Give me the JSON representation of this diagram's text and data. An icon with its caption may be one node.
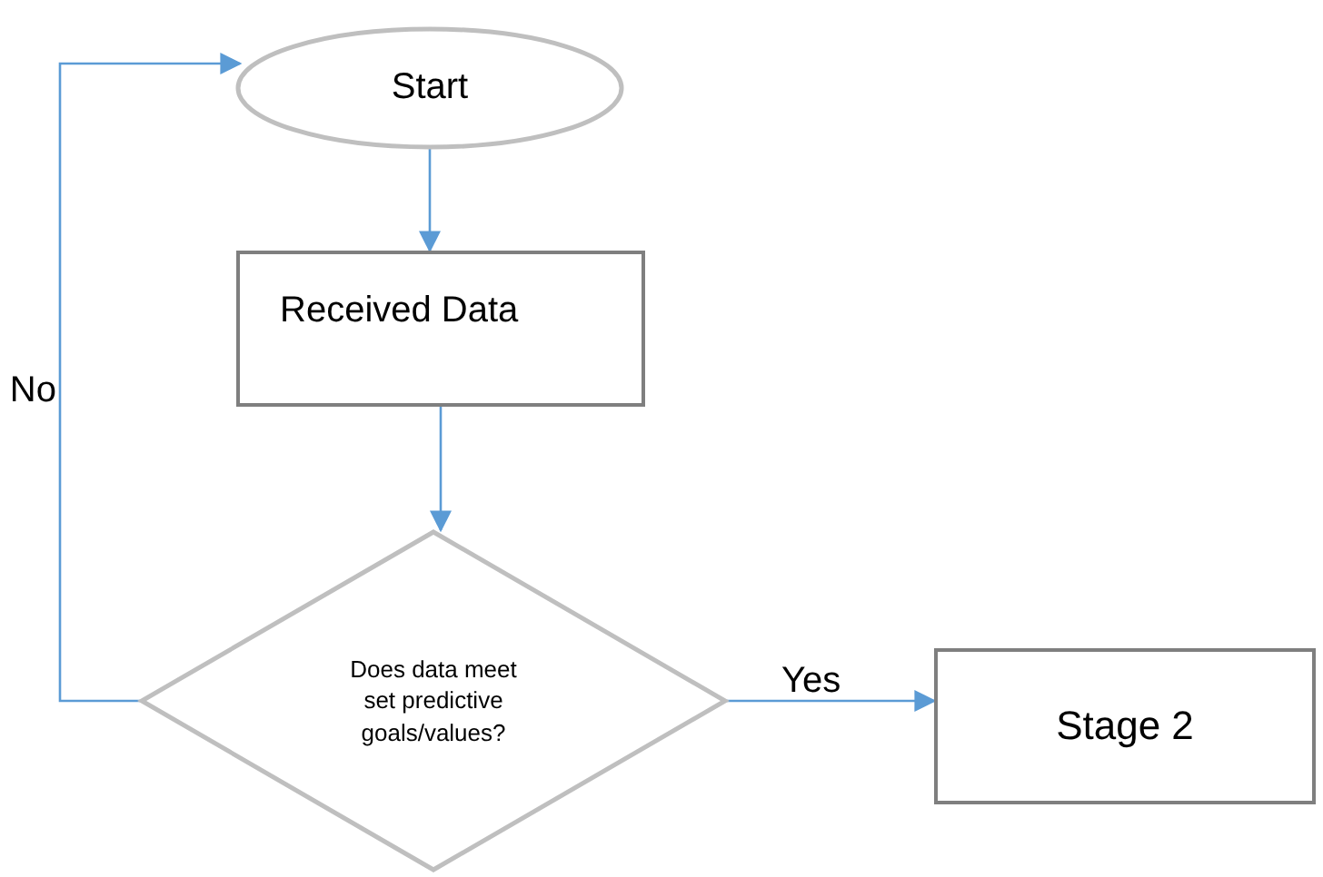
{
  "diagram": {
    "nodes": [
      {
        "text": [
          "Start"
        ]
      },
      {
        "text": [
          "Received Data"
        ]
      },
      {
        "text": [
          "Does data meet set predictive goals/values?"
        ]
      },
      {
        "text": [
          "Stage 2"
        ]
      }
    ],
    "edges": [
      {
        "from": 0,
        "to": 1,
        "arrow": "to"
      },
      {
        "from": 1,
        "to": 2,
        "arrow": "to"
      },
      {
        "from": 2,
        "to": 3,
        "arrow": "to",
        "label": "Yes"
      },
      {
        "from": 2,
        "to": 0,
        "arrow": "to",
        "label": "No"
      }
    ]
  }
}
